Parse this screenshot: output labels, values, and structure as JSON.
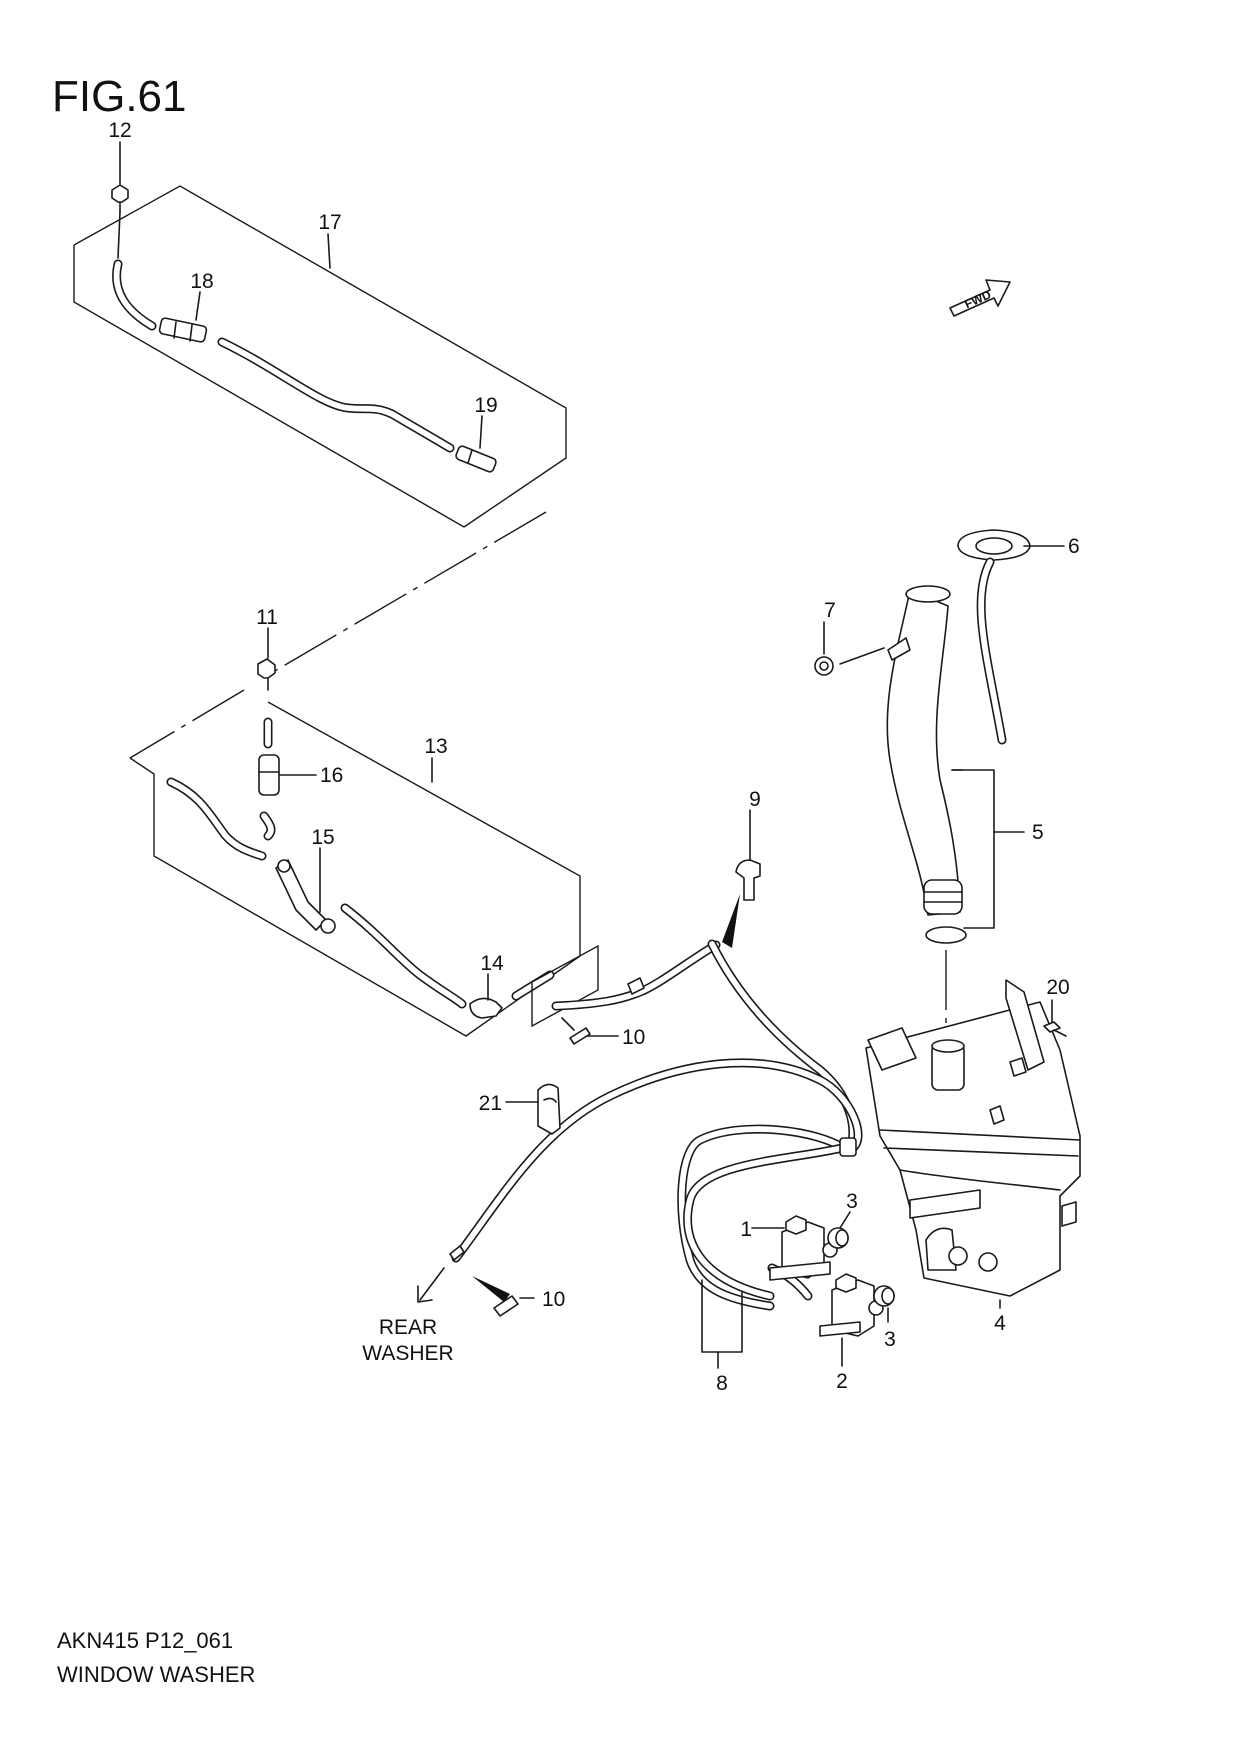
{
  "figure": {
    "title": "FIG.61"
  },
  "footer": {
    "code": "AKN415 P12_061",
    "name": "WINDOW WASHER"
  },
  "fwd_badge": "FWD",
  "rear_washer": {
    "line1": "REAR",
    "line2": "WASHER"
  },
  "callouts": [
    "1",
    "2",
    "3",
    "3",
    "4",
    "5",
    "6",
    "7",
    "8",
    "9",
    "10",
    "10",
    "11",
    "12",
    "13",
    "14",
    "15",
    "16",
    "17",
    "18",
    "19",
    "20",
    "21"
  ]
}
